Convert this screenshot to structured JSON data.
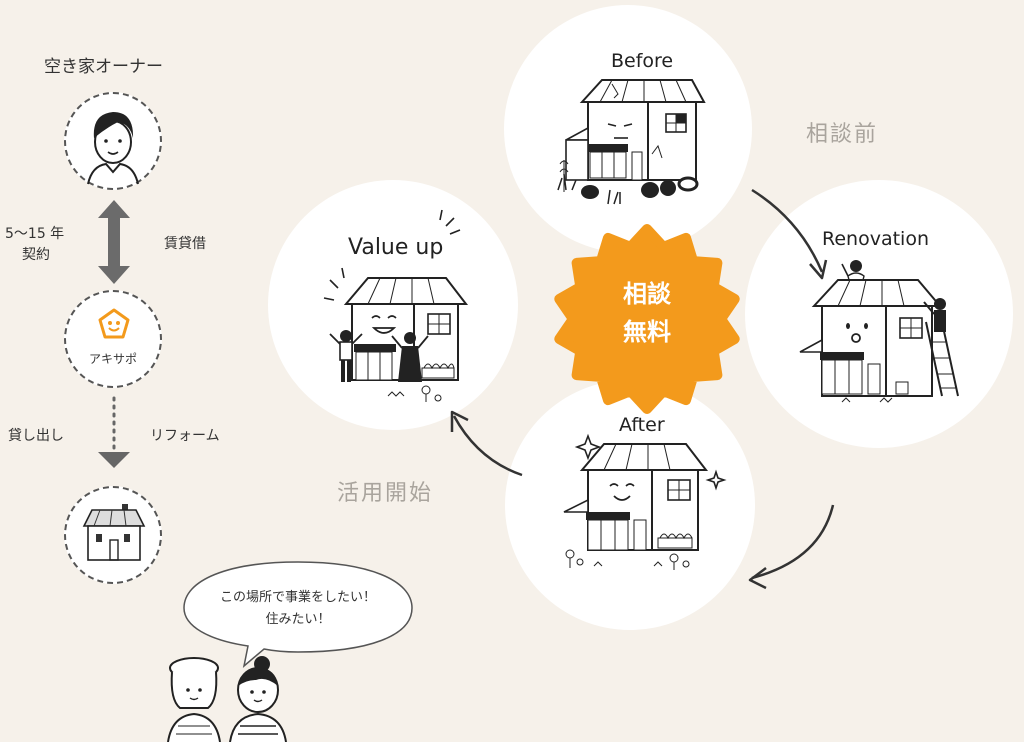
{
  "owner": {
    "label": "空き家オーナー"
  },
  "contract": {
    "years": "5〜15 年",
    "word": "契約",
    "lease": "賃貸借"
  },
  "akisapo": {
    "name": "アキサポ",
    "accent": "#f39a1c"
  },
  "flow": {
    "lend": "貸し出し",
    "reform": "リフォーム"
  },
  "bubble": {
    "line1": "この場所で事業をしたい！",
    "line2": "住みたい！"
  },
  "cycle": {
    "before": "Before",
    "renovation": "Renovation",
    "after": "After",
    "value_up": "Value up",
    "pre_consult": "相談前",
    "start_use": "活用開始"
  },
  "badge": {
    "line1": "相談",
    "line2": "無料",
    "color": "#f39a1c"
  }
}
